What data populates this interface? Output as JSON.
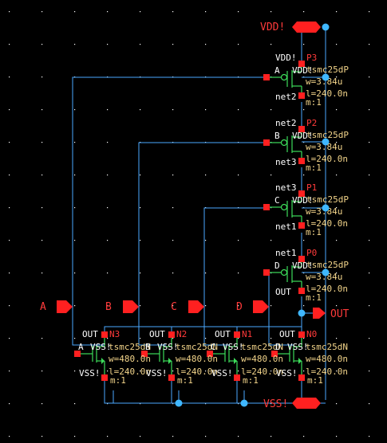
{
  "supply": {
    "top": "VDD!",
    "bottom": "VSS!"
  },
  "pins": {
    "inputs": [
      "A",
      "B",
      "C",
      "D"
    ],
    "output": "OUT"
  },
  "pmos": [
    {
      "name": "P3",
      "gate": "A",
      "d": "VDD!",
      "s": "net2",
      "b": "VDD!",
      "model": "tsmc25dP",
      "w": "w=3.84u",
      "l": "l=240.0n",
      "m": "m:1"
    },
    {
      "name": "P2",
      "gate": "B",
      "d": "net2",
      "s": "net3",
      "b": "VDD!",
      "model": "tsmc25dP",
      "w": "w=3.84u",
      "l": "l=240.0n",
      "m": "m:1"
    },
    {
      "name": "P1",
      "gate": "C",
      "d": "net3",
      "s": "net1",
      "b": "VDD!",
      "model": "tsmc25dP",
      "w": "w=3.84u",
      "l": "l=240.0n",
      "m": "m:1"
    },
    {
      "name": "P0",
      "gate": "D",
      "d": "net1",
      "s": "OUT",
      "b": "VDD!",
      "model": "tsmc25dP",
      "w": "w=3.84u",
      "l": "l=240.0n",
      "m": "m:1"
    }
  ],
  "nmos": [
    {
      "name": "N3",
      "gate": "A",
      "d": "OUT",
      "s": "VSS!",
      "b": "VSS!",
      "model": "tsmc25dN",
      "w": "w=480.0n",
      "l": "l=240.0n",
      "m": "m:1"
    },
    {
      "name": "N2",
      "gate": "B",
      "d": "OUT",
      "s": "VSS!",
      "b": "VSS!",
      "model": "tsmc25dN",
      "w": "w=480.0n",
      "l": "l=240.0n",
      "m": "m:1"
    },
    {
      "name": "N1",
      "gate": "C",
      "d": "OUT",
      "s": "VSS!",
      "b": "VSS!",
      "model": "tsmc25dN",
      "w": "w=480.0n",
      "l": "l=240.0n",
      "m": "m:1"
    },
    {
      "name": "N0",
      "gate": "D",
      "d": "OUT",
      "s": "VSS!",
      "b": "VSS!",
      "model": "tsmc25dN",
      "w": "w=480.0n",
      "l": "l=240.0n",
      "m": "m:1"
    }
  ],
  "colors": {
    "background": "#000000",
    "wire": "#4aa8ff",
    "device": "#3ddc5a",
    "pin": "#ff2020",
    "label": "#ffffff",
    "param": "#f2d48a",
    "junction": "#3fb7ff",
    "grid": "#ffffff"
  }
}
